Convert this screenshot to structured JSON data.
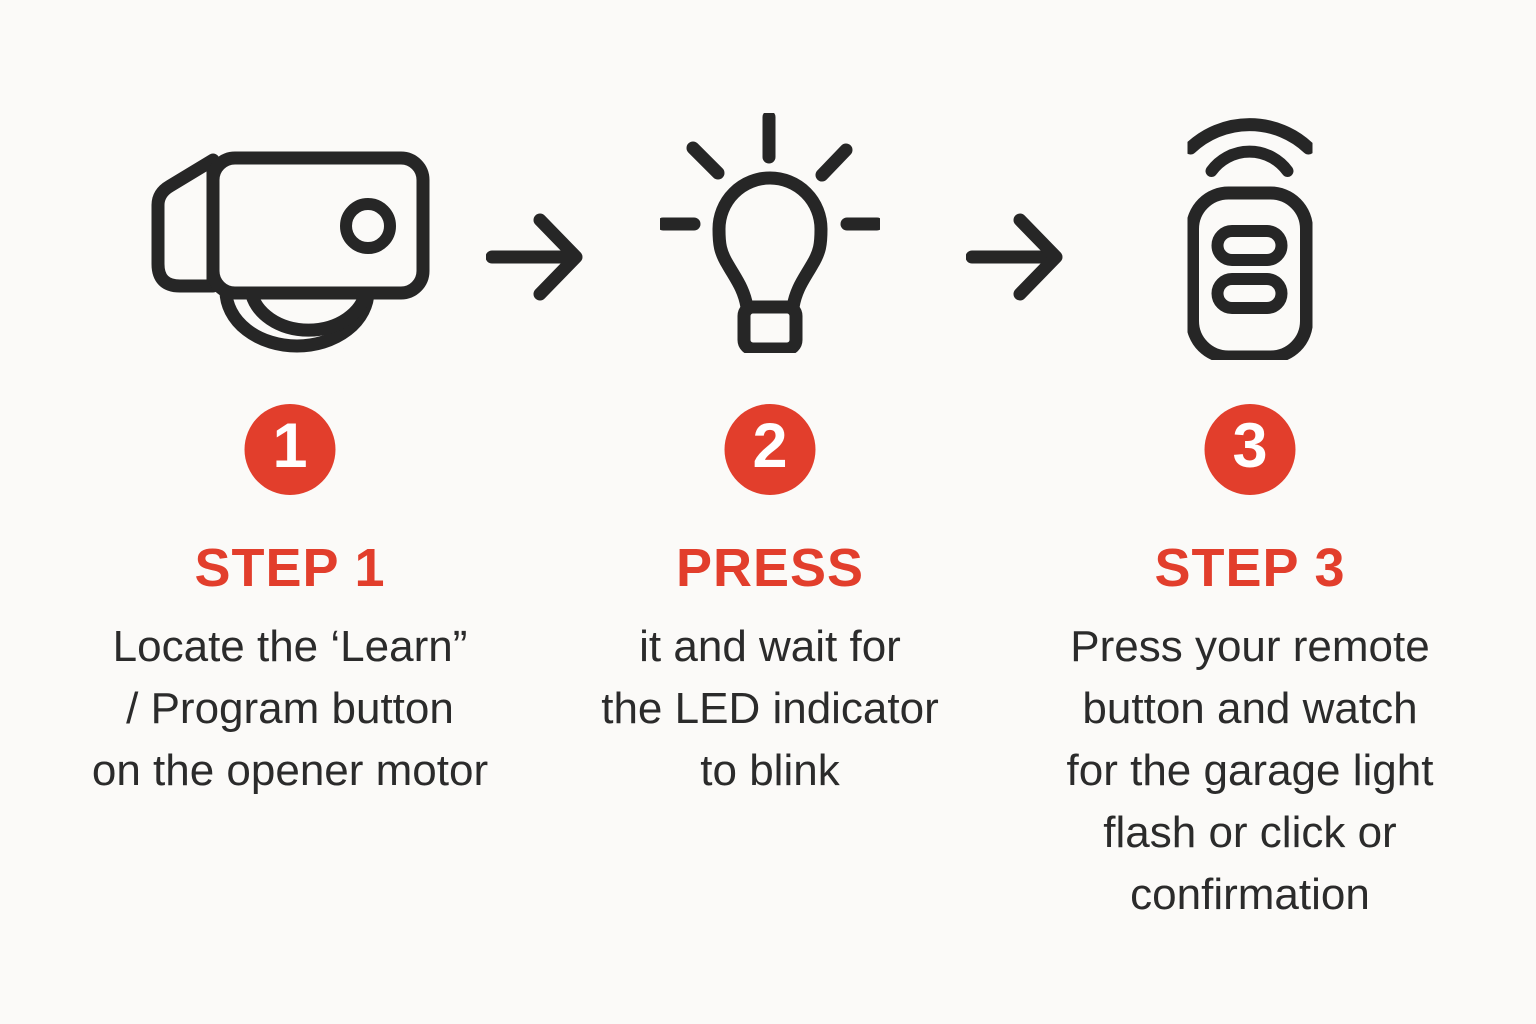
{
  "theme": {
    "background": "#FBFAF8",
    "ink": "#262626",
    "accent": "#E23E2C",
    "number_color": "#FFFFFF"
  },
  "steps": [
    {
      "number": "1",
      "icon": "garage-opener-icon",
      "heading": "STEP 1",
      "body": "Locate the ‘Learn”\n/ Program button\non the opener motor"
    },
    {
      "number": "2",
      "icon": "light-bulb-icon",
      "heading": "PRESS",
      "body": "it and wait for\nthe LED indicator\nto blink"
    },
    {
      "number": "3",
      "icon": "remote-control-icon",
      "heading": "STEP 3",
      "body": "Press your remote\nbutton and watch\nfor the garage light\nflash or click or\nconfirmation"
    }
  ],
  "arrows": [
    {
      "icon": "arrow-right-icon"
    },
    {
      "icon": "arrow-right-icon"
    }
  ]
}
